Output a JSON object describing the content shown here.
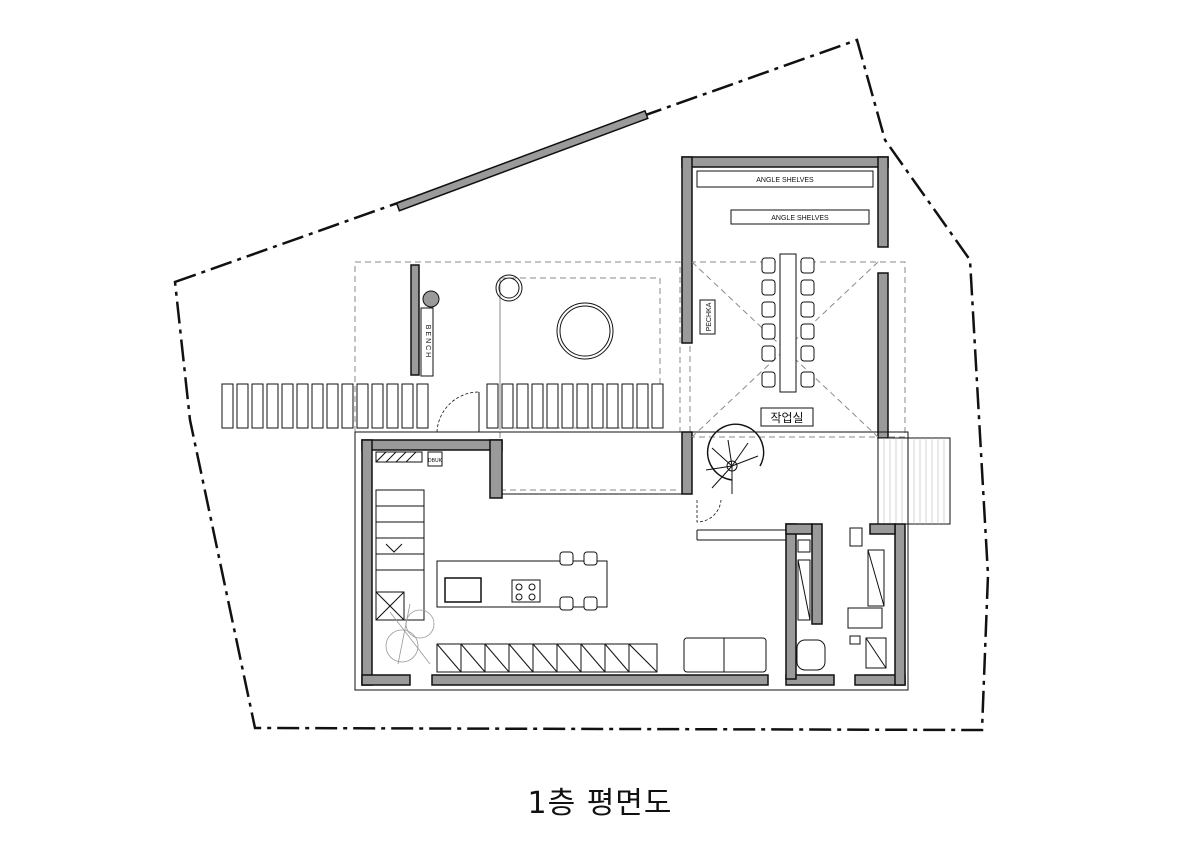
{
  "title": "1층 평면도",
  "labels": {
    "angle_shelves_1": "ANGLE SHELVES",
    "angle_shelves_2": "ANGLE SHELVES",
    "bench": "BENCH",
    "pechka": "PECHKA",
    "workroom": "작업실",
    "dbuk": "DBUK"
  },
  "colors": {
    "line": "#111111",
    "wall_fill": "#9a9a9a",
    "dash": "#8a8a8a"
  }
}
